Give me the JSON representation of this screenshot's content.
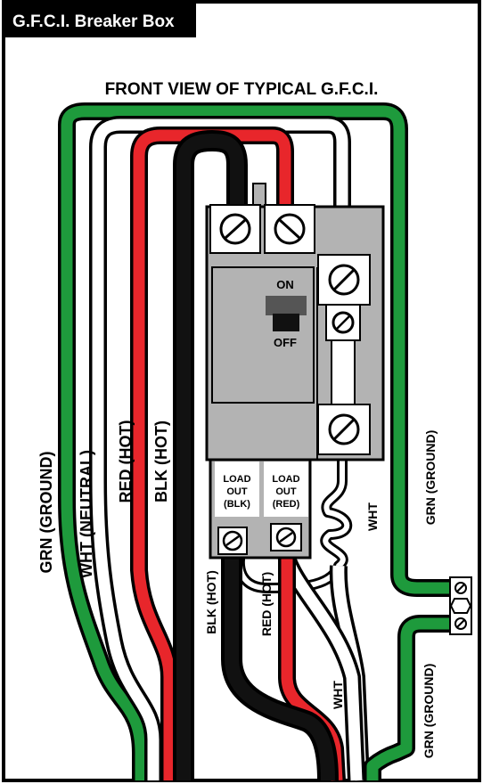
{
  "header": {
    "title": "G.F.C.I. Breaker Box"
  },
  "diagram_title": "FRONT VIEW OF TYPICAL G.F.C.I.",
  "colors": {
    "ground": "#1e9a3c",
    "hot_red": "#e8262b",
    "hot_black": "#111111",
    "neutral": "#ffffff",
    "breaker_body": "#b3b3b3",
    "header_bg": "#000000"
  },
  "wire_labels": {
    "grn_ground_left": "GRN (GROUND)",
    "wht_neutral": "WHT (NEUTRAL)",
    "red_hot_top": "RED (HOT)",
    "blk_hot_top": "BLK (HOT)",
    "blk_hot_bottom": "BLK (HOT)",
    "red_hot_bottom": "RED (HOT)",
    "wht_bottom": "WHT",
    "wht_pigtail": "WHT",
    "grn_ground_right_upper": "GRN (GROUND)",
    "grn_ground_right_lower": "GRN (GROUND)"
  },
  "breaker": {
    "switch_on": "ON",
    "switch_off": "OFF",
    "load_blk": [
      "LOAD",
      "OUT",
      "(BLK)"
    ],
    "load_red": [
      "LOAD",
      "OUT",
      "(RED)"
    ]
  }
}
